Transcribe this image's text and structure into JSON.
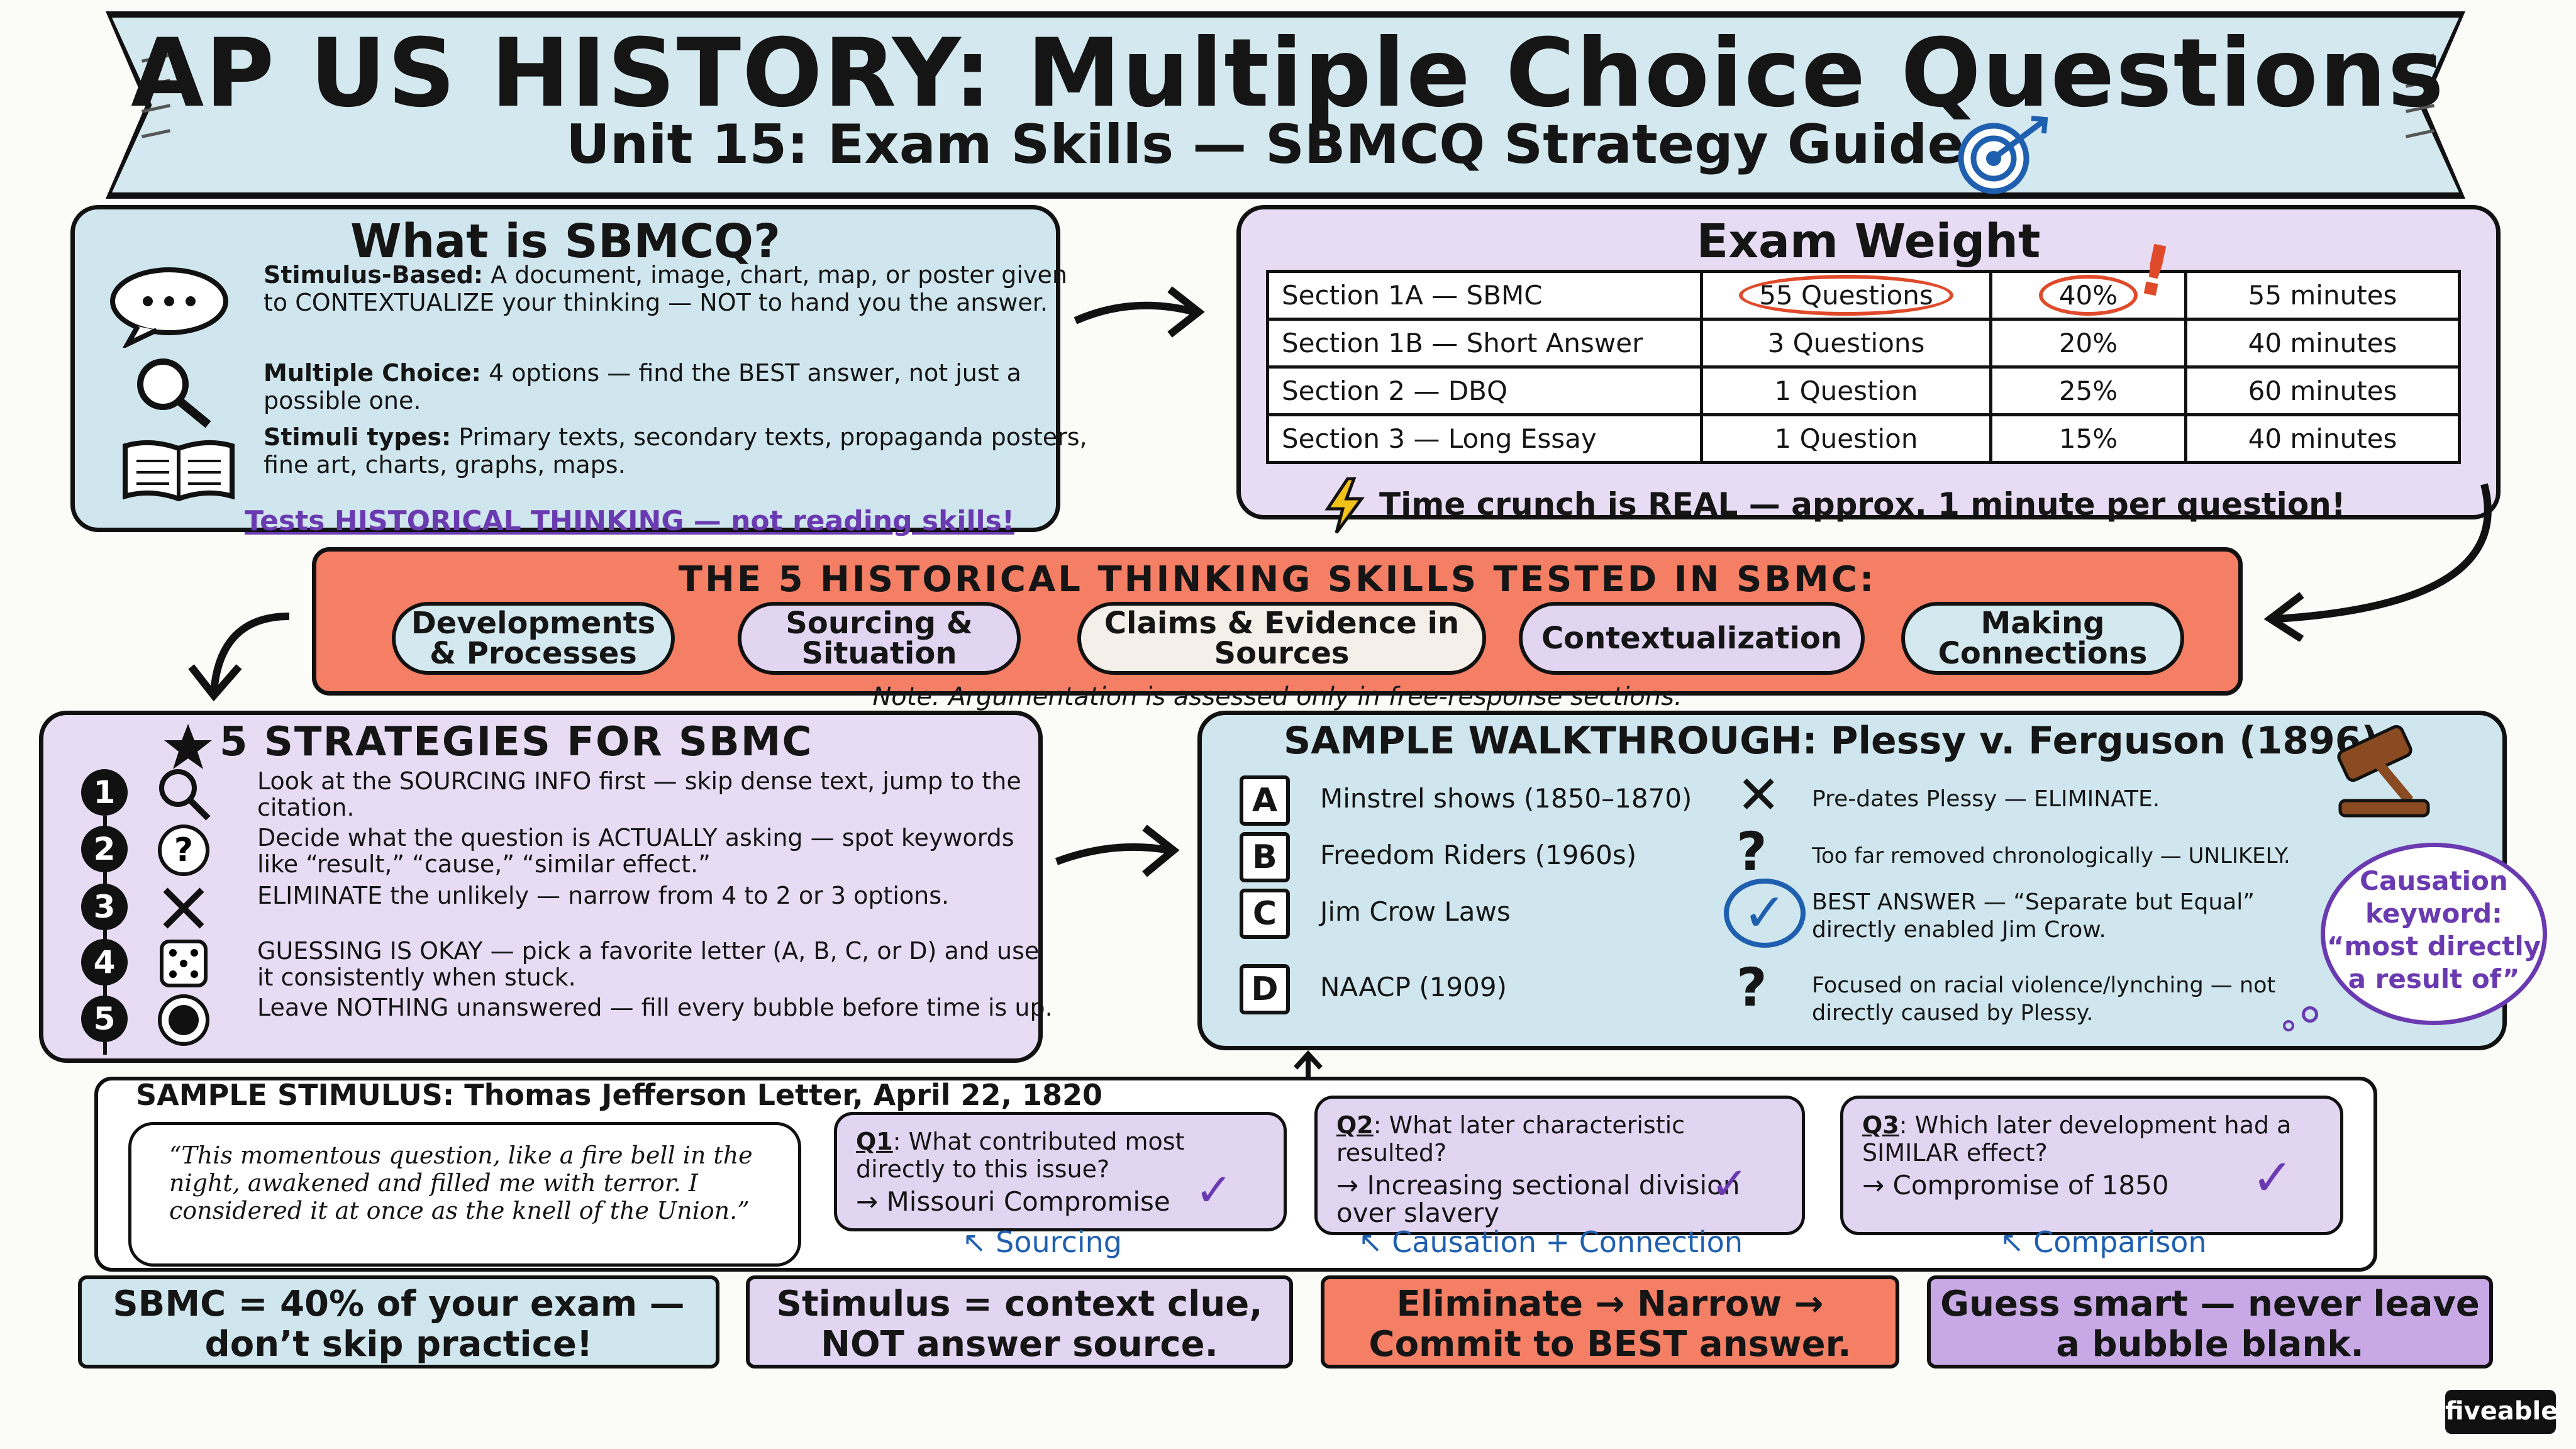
{
  "header": {
    "title": "AP US HISTORY: Multiple Choice Questions",
    "subtitle": "Unit 15: Exam Skills — SBMCQ Strategy Guide"
  },
  "what_is": {
    "title": "What is SBMCQ?",
    "items": [
      {
        "label": "Stimulus-Based:",
        "text": "A document, image, chart, map, or poster given to CONTEXTUALIZE your thinking — NOT to hand you the answer.",
        "icon": "speech-bubble-icon"
      },
      {
        "label": "Multiple Choice:",
        "text": "4 options — find the BEST answer, not just a possible one.",
        "icon": "magnifier-icon"
      },
      {
        "label": "Stimuli types:",
        "text": "Primary texts, secondary texts, propaganda posters, fine art, charts, graphs, maps.",
        "icon": "open-book-icon"
      }
    ],
    "tagline": "Tests HISTORICAL THINKING — not reading skills!"
  },
  "exam_weight": {
    "title": "Exam Weight",
    "rows": [
      {
        "section": "Section 1A — SBMC",
        "questions": "55 Questions",
        "weight": "40%",
        "time": "55 minutes"
      },
      {
        "section": "Section 1B — Short Answer",
        "questions": "3 Questions",
        "weight": "20%",
        "time": "40 minutes"
      },
      {
        "section": "Section 2 — DBQ",
        "questions": "1 Question",
        "weight": "25%",
        "time": "60 minutes"
      },
      {
        "section": "Section 3 — Long Essay",
        "questions": "1 Question",
        "weight": "15%",
        "time": "40 minutes"
      }
    ],
    "exclaim": "!",
    "crunch": "Time crunch is REAL — approx. 1 minute per question!"
  },
  "skills": {
    "title": "THE 5 HISTORICAL THINKING SKILLS TESTED IN SBMC:",
    "items": [
      "Developments & Processes",
      "Sourcing & Situation",
      "Claims & Evidence in Sources",
      "Contextualization",
      "Making Connections"
    ],
    "note": "Note: Argumentation is assessed only in free-response sections."
  },
  "strategies": {
    "title": "5 STRATEGIES FOR SBMC",
    "items": [
      {
        "n": "1",
        "icon": "magnifier-icon",
        "text": "Look at the SOURCING INFO first — skip dense text, jump to the citation."
      },
      {
        "n": "2",
        "icon": "question-circle-icon",
        "text": "Decide what the question is ACTUALLY asking — spot keywords like “result,” “cause,” “similar effect.”"
      },
      {
        "n": "3",
        "icon": "x-mark-icon",
        "text": "ELIMINATE the unlikely — narrow from 4 to 2 or 3 options."
      },
      {
        "n": "4",
        "icon": "dice-icon",
        "text": "GUESSING IS OKAY — pick a favorite letter (A, B, C, or D) and use it consistently when stuck."
      },
      {
        "n": "5",
        "icon": "filled-bubble-icon",
        "text": "Leave NOTHING unanswered — fill every bubble before time is up."
      }
    ]
  },
  "walkthrough": {
    "title": "SAMPLE WALKTHROUGH: Plessy v. Ferguson (1896)",
    "options": [
      {
        "letter": "A",
        "text": "Minstrel shows (1850–1870)",
        "mark": "✕",
        "note": "Pre-dates Plessy — ELIMINATE."
      },
      {
        "letter": "B",
        "text": "Freedom Riders (1960s)",
        "mark": "?",
        "note": "Too far removed chronologically — UNLIKELY."
      },
      {
        "letter": "C",
        "text": "Jim Crow Laws",
        "mark": "✓",
        "note": "BEST ANSWER — “Separate but Equal” directly enabled Jim Crow."
      },
      {
        "letter": "D",
        "text": "NAACP (1909)",
        "mark": "?",
        "note": "Focused on racial violence/lynching — not directly caused by Plessy."
      }
    ],
    "cloud": "Causation keyword: “most directly a result of”"
  },
  "stimulus": {
    "title": "SAMPLE STIMULUS: Thomas Jefferson Letter, April 22, 1820",
    "quote": "“This momentous question, like a fire bell in the night, awakened and filled me with terror. I considered it at once as the knell of the Union.”",
    "questions": [
      {
        "label": "Q1",
        "text": ": What contributed most directly to this issue?",
        "answer": "→ Missouri Compromise",
        "skill": "Sourcing"
      },
      {
        "label": "Q2",
        "text": ": What later characteristic resulted?",
        "answer": "→ Increasing sectional division over slavery",
        "skill": "Causation + Connection"
      },
      {
        "label": "Q3",
        "text": ": Which later development had a SIMILAR effect?",
        "answer": "→ Compromise of 1850",
        "skill": "Comparison"
      }
    ]
  },
  "takeaways": [
    "SBMC = 40% of your exam — don’t skip practice!",
    "Stimulus = context clue, NOT answer source.",
    "Eliminate → Narrow → Commit to BEST answer.",
    "Guess smart — never leave a bubble blank."
  ],
  "brand": "fiveable",
  "colors": {
    "blue": "#cfe6ee",
    "lavender": "#e7dcf3",
    "coral": "#f47f65",
    "purple": "#c8a9e6",
    "accent_purple": "#6a3ab0",
    "red_circle": "#e04a2a"
  }
}
